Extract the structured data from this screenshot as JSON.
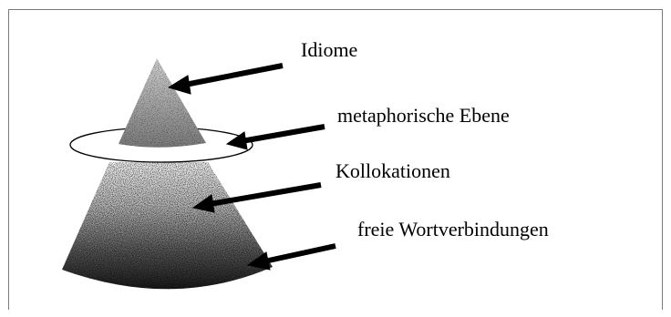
{
  "labels": {
    "idiome": "Idiome",
    "metaphorische_ebene": "metaphorische Ebene",
    "kollokationen": "Kollokationen",
    "freie_wortverbindungen": "freie Wortverbindungen"
  },
  "colors": {
    "stipple": "#000000",
    "background": "#ffffff",
    "frame": "#7a7a7a"
  }
}
